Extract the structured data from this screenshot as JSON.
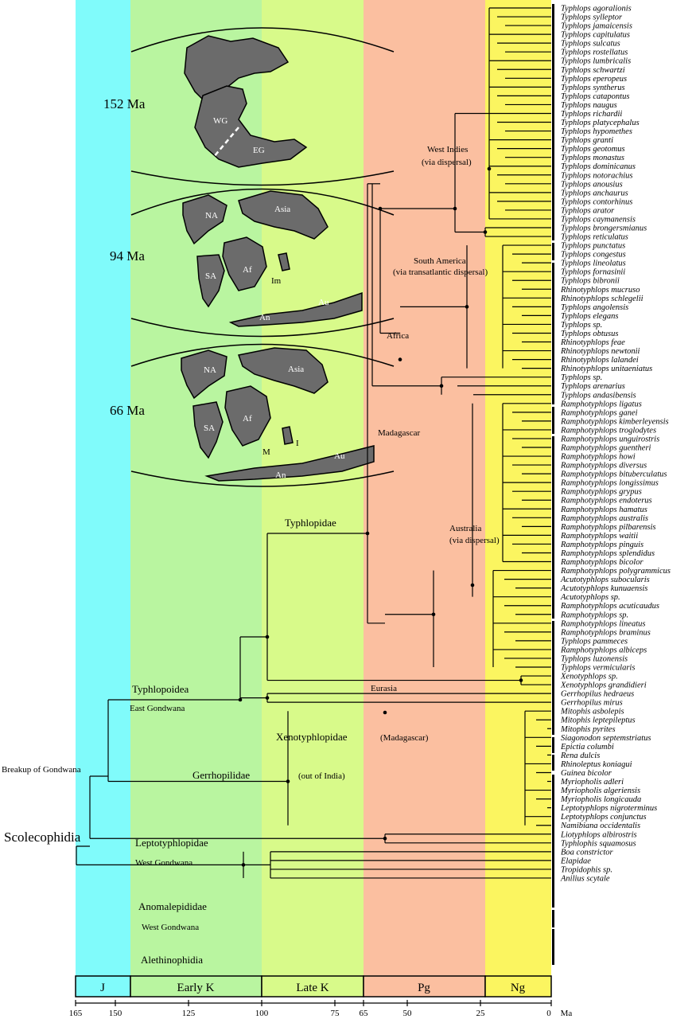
{
  "periods": [
    {
      "label": "J",
      "color": "#80fbfb"
    },
    {
      "label": "Early K",
      "color": "#b9f5a0"
    },
    {
      "label": "Late K",
      "color": "#d8fa8a"
    },
    {
      "label": "Pg",
      "color": "#fbbfa0"
    },
    {
      "label": "Ng",
      "color": "#fbf560"
    }
  ],
  "axis": {
    "ticks": [
      "165",
      "150",
      "125",
      "100",
      "75",
      "65",
      "50",
      "25",
      "0"
    ],
    "unit": "Ma"
  },
  "maps": [
    {
      "age": "152 Ma",
      "labels": [
        "WG",
        "EG"
      ]
    },
    {
      "age": "94 Ma",
      "labels": [
        "NA",
        "Asia",
        "SA",
        "Af",
        "Im",
        "Au",
        "An"
      ]
    },
    {
      "age": "66 Ma",
      "labels": [
        "NA",
        "Asia",
        "SA",
        "Af",
        "M",
        "I",
        "Au",
        "An"
      ]
    }
  ],
  "clades": {
    "scolecophidia": "Scolecophidia",
    "breakup": "Breakup of Gondwana",
    "typhlopoidea": "Typhlopoidea",
    "east_gondwana": "East Gondwana",
    "typhlopidae": "Typhlopidae",
    "xenotyphlopidae": "Xenotyphlopidae",
    "xeno_region": "(Madagascar)",
    "gerrhopilidae": "Gerrhopilidae",
    "gerrho_region": "(out of India)",
    "leptotyphlopidae": "Leptotyphlopidae",
    "west_gondwana_1": "West Gondwana",
    "anomalepididae": "Anomalepididae",
    "west_gondwana_2": "West Gondwana",
    "alethinophidia": "Alethinophidia"
  },
  "regions": {
    "west_indies": "West Indies",
    "west_indies_sub": "(via dispersal)",
    "south_america": "South  America",
    "south_america_sub": "(via transatlantic dispersal)",
    "africa": "Africa",
    "madagascar": "Madagascar",
    "australia": "Australia",
    "australia_sub": "(via dispersal)",
    "eurasia": "Eurasia"
  },
  "taxa": [
    "Typhlops agoralionis",
    "Typhlops sylleptor",
    "Typhlops jamaicensis",
    "Typhlops capitulatus",
    "Typhlops sulcatus",
    "Typhlops rostellatus",
    "Typhlops lumbricalis",
    "Typhlops schwartzi",
    "Typhlops eperopeus",
    "Typhlops syntherus",
    "Typhlops catapontus",
    "Typhlops naugus",
    "Typhlops richardii",
    "Typhlops platycephalus",
    "Typhlops hypomethes",
    "Typhlops granti",
    "Typhlops geotomus",
    "Typhlops monastus",
    "Typhlops dominicanus",
    "Typhlops notorachius",
    "Typhlops anousius",
    "Typhlops anchaurus",
    "Typhlops contorhinus",
    "Typhlops arator",
    "Typhlops caymanensis",
    "Typhlops brongersmianus",
    "Typhlops reticulatus",
    "Typhlops punctatus",
    "Typhlops congestus",
    "Typhlops lineolatus",
    "Typhlops fornasinii",
    "Typhlops bibronii",
    "Rhinotyphlops mucruso",
    "Rhinotyphlops schlegelii",
    "Typhlops angolensis",
    "Typhlops elegans",
    "Typhlops sp.",
    "Typhlops obtusus",
    "Rhinotyphlops feae",
    "Rhinotyphlops newtonii",
    "Rhinotyphlops lalandei",
    "Rhinotyphlops unitaeniatus",
    "Typhlops sp.",
    "Typhlops arenarius",
    "Typhlops andasibensis",
    "Ramphotyphlops ligatus",
    "Ramphotyphlops ganei",
    "Ramphotyphlops kimberleyensis",
    "Ramphotyphlops troglodytes",
    "Ramphotyphlops unguirostris",
    "Ramphotyphlops guentheri",
    "Ramphotyphlops howi",
    "Ramphotyphlops diversus",
    "Ramphotyphlops bituberculatus",
    "Ramphotyphlops longissimus",
    "Ramphotyphlops grypus",
    "Ramphotyphlops endoterus",
    "Ramphotyphlops hamatus",
    "Ramphotyphlops australis",
    "Ramphotyphlops pilbarensis",
    "Ramphotyphlops waitii",
    "Ramphotyphlops pinguis",
    "Ramphotyphlops splendidus",
    "Ramphotyphlops bicolor",
    "Ramphotyphlops polygrammicus",
    "Acutotyphlops subocularis",
    "Acutotyphlops kunuaensis",
    "Acutotyphlops sp.",
    "Ramphotyphlops acuticaudus",
    "Ramphotyphlops sp.",
    "Ramphotyphlops lineatus",
    "Ramphotyphlops braminus",
    "Typhlops pammeces",
    "Ramphotyphlops albiceps",
    "Typhlops luzonensis",
    "Typhlops vermicularis",
    "Xenotyphlops sp.",
    "Xenotyphlops grandidieri",
    "Gerrhopilus hedraeus",
    "Gerrhopilus mirus",
    "Mitophis asbolepis",
    "Mitophis leptepileptus",
    "Mitophis pyrites",
    "Siagonodon septemstriatus",
    "Epictia columbi",
    "Rena dulcis",
    "Rhinoleptus koniagui",
    "Guinea bicolor",
    "Myriopholis adleri",
    "Myriopholis algeriensis",
    "Myriopholis longicauda",
    "Leptotyphlops nigroterminus",
    "Leptotyphlops conjunctus",
    "Namibiana occidentalis",
    "Liotyphlops albirostris",
    "Typhlophis squamosus",
    "Boa constrictor",
    "Elapidae",
    "Tropidophis sp.",
    "Anilius scytale"
  ],
  "roman_taxa": [
    "Elapidae"
  ]
}
